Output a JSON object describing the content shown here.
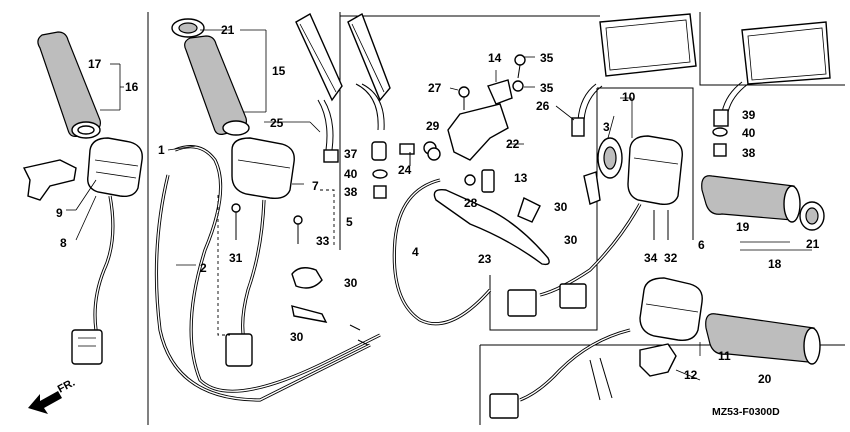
{
  "diagram_code": "MZ53-F0300D",
  "front_label": "FR.",
  "labels": {
    "p1": "1",
    "p2": "2",
    "p3": "3",
    "p4": "4",
    "p5": "5",
    "p6": "6",
    "p7": "7",
    "p8": "8",
    "p9": "9",
    "p10": "10",
    "p11": "11",
    "p12": "12",
    "p13": "13",
    "p14": "14",
    "p15": "15",
    "p16": "16",
    "p17": "17",
    "p18": "18",
    "p19": "19",
    "p20": "20",
    "p21a": "21",
    "p21b": "21",
    "p22": "22",
    "p23": "23",
    "p24": "24",
    "p25": "25",
    "p26": "26",
    "p27": "27",
    "p28": "28",
    "p29": "29",
    "p30a": "30",
    "p30b": "30",
    "p30c": "30",
    "p30d": "30",
    "p31": "31",
    "p32": "32",
    "p33": "33",
    "p34": "34",
    "p35a": "35",
    "p35b": "35",
    "p37": "37",
    "p38a": "38",
    "p38b": "38",
    "p39": "39",
    "p40a": "40",
    "p40b": "40"
  }
}
